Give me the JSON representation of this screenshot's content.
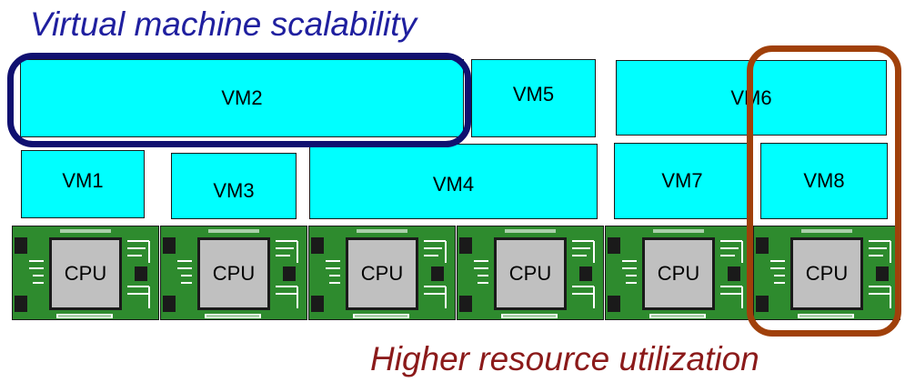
{
  "top_caption": "Virtual machine scalability",
  "bottom_caption": "Higher resource utilization",
  "vms": {
    "vm1": "VM1",
    "vm2": "VM2",
    "vm3": "VM3",
    "vm4": "VM4",
    "vm5": "VM5",
    "vm6": "VM6",
    "vm7": "VM7",
    "vm8": "VM8"
  },
  "cpus": [
    "CPU",
    "CPU",
    "CPU",
    "CPU",
    "CPU",
    "CPU"
  ],
  "colors": {
    "vm_fill": "#00ffff",
    "chip_board": "#2e8b2e",
    "cpu_die": "#c0c0c0",
    "top_caption": "#1f1f9f",
    "bottom_caption": "#8b1a1a",
    "scalability_outline": "#101070",
    "utilization_outline": "#a0400a"
  }
}
